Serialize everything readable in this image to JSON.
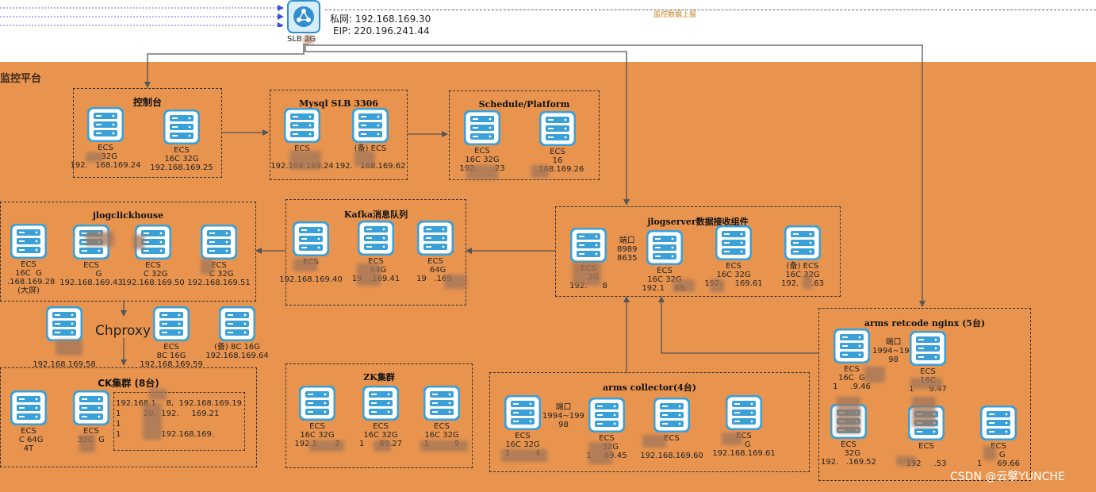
{
  "header": {
    "platform_label": "监控平台",
    "report_label": "监控数据上报",
    "slb_label": "SLB 2G",
    "private_ip": "私网: 192.168.169.30",
    "eip": "EIP: 220.196.241.44"
  },
  "groups": {
    "console": {
      "title": "控制台"
    },
    "mysql": {
      "title": "Mysql  SLB 3306"
    },
    "schedule": {
      "title": "Schedule/Platform"
    },
    "clickhouse": {
      "title": "jlogclickhouse"
    },
    "kafka": {
      "title": "Kafka消息队列"
    },
    "jlogserver": {
      "title": "jlogserver数据接收组件",
      "port": "端口\n8989\n8635"
    },
    "ck": {
      "title": "CK集群 (8台)"
    },
    "zk": {
      "title": "ZK集群"
    },
    "collector": {
      "title": "arms collector(4台)",
      "port": "端口\n1994~199\n98"
    },
    "retcode": {
      "title": "arms retcode nginx (5台)",
      "port": "端口\n1994~199\n98"
    }
  },
  "chproxy_label": "Chproxy",
  "nodes": [
    {
      "id": "console-1",
      "label": "ECS\n   32G\n192.   168.169.24"
    },
    {
      "id": "console-2",
      "label": "ECS\n16C 32G\n192.168.169.25"
    },
    {
      "id": "mysql-1",
      "label": "ECS\n\n192.168.169.24"
    },
    {
      "id": "mysql-2",
      "label": "(备) ECS\n\n192.   168.169.62"
    },
    {
      "id": "sched-1",
      "label": "ECS\n16C 32G\n192.      .23"
    },
    {
      "id": "sched-2",
      "label": "ECS\n16\n   168.169.26"
    },
    {
      "id": "ch-1",
      "label": "ECS\n16C  G\n  .168.169.28\n(大屏)"
    },
    {
      "id": "ch-2",
      "label": "ECS\n      G\n192.168.169.43"
    },
    {
      "id": "ch-3",
      "label": "ECS\n  C 32G\n192.168.169.50"
    },
    {
      "id": "ch-4",
      "label": "ECS\n  C 32G\n192.168.169.51"
    },
    {
      "id": "kafka-1",
      "label": "ECS\n\n192.168.169.40"
    },
    {
      "id": "kafka-2",
      "label": "ECS\n  64G\n19   .169.41"
    },
    {
      "id": "kafka-3",
      "label": "ECS\n  64G\n19   .169."
    },
    {
      "id": "jls-1",
      "label": "ECS\n    2G\n192.      8"
    },
    {
      "id": "jls-2",
      "label": "ECS\n16C 32G\n192.1    69."
    },
    {
      "id": "jls-3",
      "label": "ECS\n16C 32G\n192.     169.61"
    },
    {
      "id": "jls-4",
      "label": "(备) ECS\n16C 32G\n192.     .63"
    },
    {
      "id": "chp-1",
      "label": "\n\n192.168.169.58"
    },
    {
      "id": "chp-2",
      "label": "ECS\n8C 16G\n192.168.169.59"
    },
    {
      "id": "chp-3",
      "label": "(备) 8C 16G\n192.168.169.64"
    },
    {
      "id": "ck-1",
      "label": "ECS\n  C 64G\n4T"
    },
    {
      "id": "ck-2",
      "label": "ECS\n32C  G"
    },
    {
      "id": "zk-1",
      "label": "ECS\n16C 32G\n192.1       2"
    },
    {
      "id": "zk-2",
      "label": "ECS\n16C 32G\n1      69.27"
    },
    {
      "id": "zk-3",
      "label": "ECS\n16C 32G\n1          9"
    },
    {
      "id": "col-1",
      "label": "ECS\n16C 32G\n1          4"
    },
    {
      "id": "col-2",
      "label": "ECS\n   32G\n1     69.45"
    },
    {
      "id": "col-3",
      "label": "ECS\n\n192.168.169.60"
    },
    {
      "id": "col-4",
      "label": "ECS\n   G\n192.168.169.61"
    },
    {
      "id": "rc-1",
      "label": "ECS\n16C  G\n1     .9.46"
    },
    {
      "id": "rc-2",
      "label": "ECS\n16C\n1      9.47"
    },
    {
      "id": "rc-3",
      "label": "ECS\n   32G\n192.   .169.52"
    },
    {
      "id": "rc-4",
      "label": "ECS\n\n192     .53"
    },
    {
      "id": "rc-5",
      "label": "ECS\n   G\n1      69.66"
    }
  ],
  "ck_ip_list": "192.168.1    8,  192.168.169.19\n1         20,  192.     169.21\n1                        \n1                192.168.169.",
  "watermark": "CSDN @云擘YUNCHE",
  "colors": {
    "platform_bg": "#e8944f",
    "icon_blue": "#3aa0d8",
    "line": "#555555"
  }
}
